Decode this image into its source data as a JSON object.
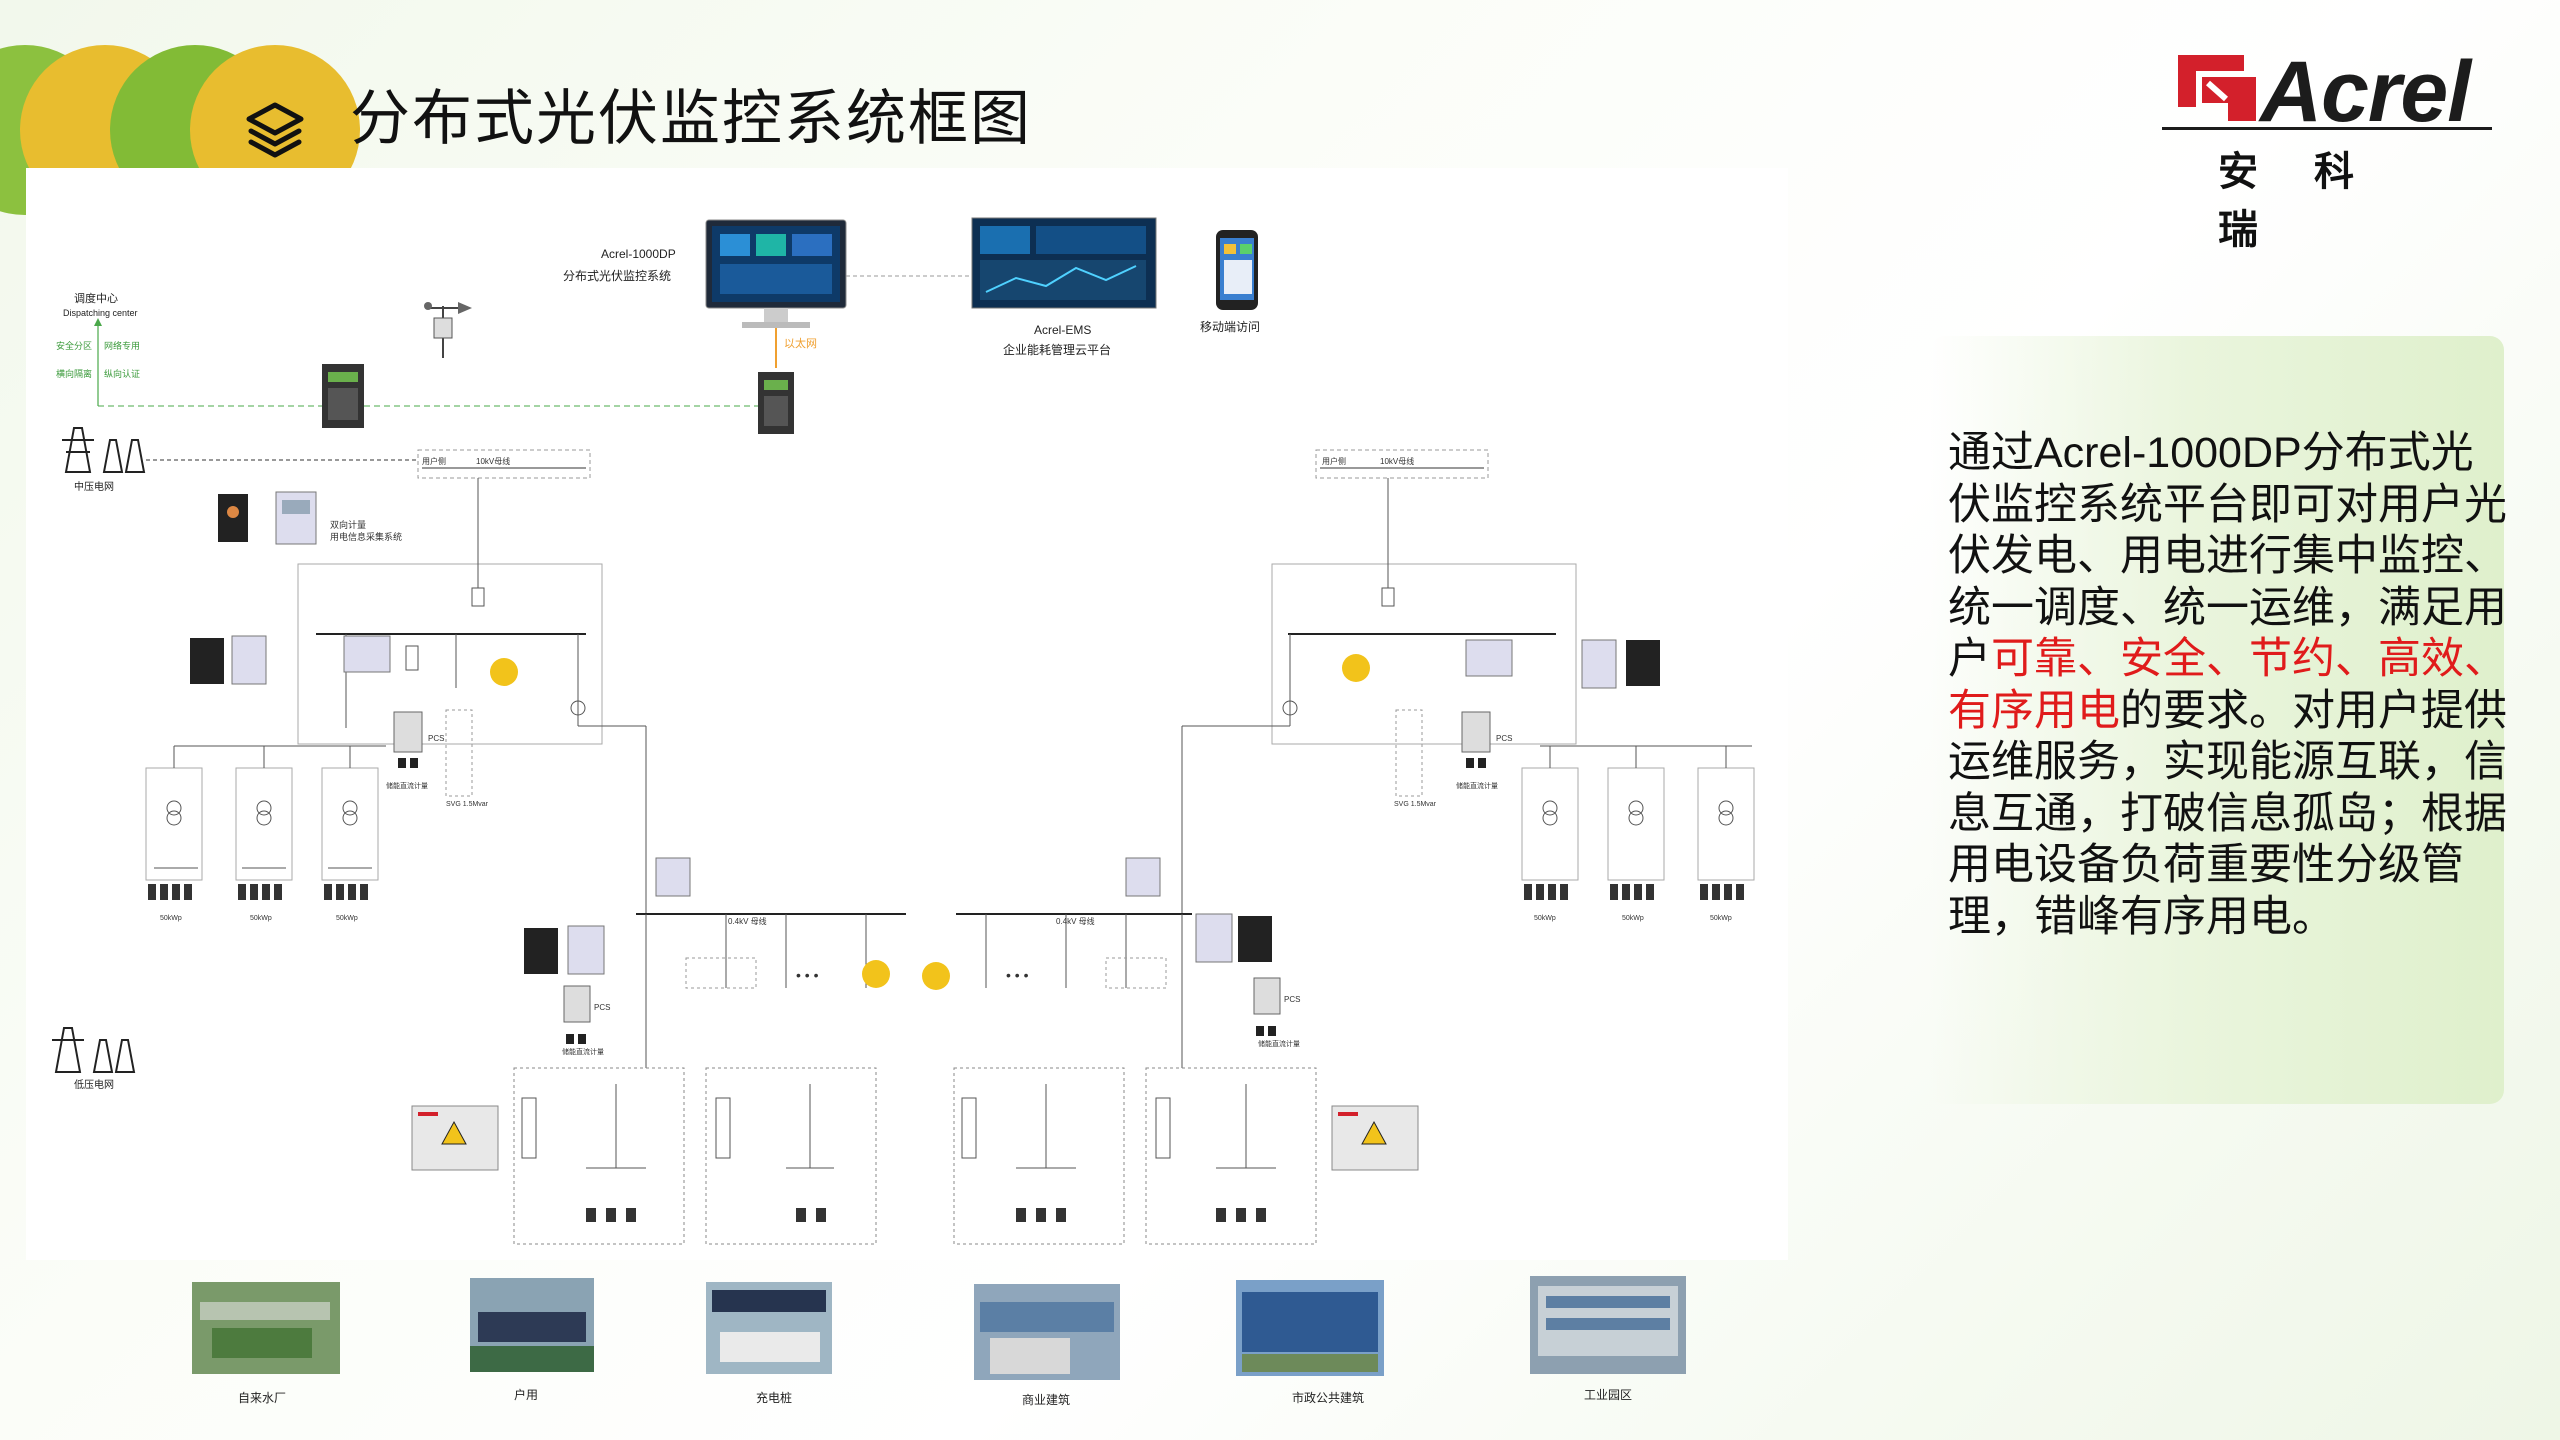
{
  "header": {
    "title": "分布式光伏监控系统框图",
    "icon": "layers-icon",
    "colors": {
      "green": "#8cc13f",
      "yellow": "#e8bd2f",
      "brand_red": "#d3202b"
    }
  },
  "logo": {
    "word": "Acrel",
    "cn": "安科瑞"
  },
  "diagram": {
    "top": {
      "platform_name": "Acrel-1000DP",
      "platform_desc": "分布式光伏监控系统",
      "ems_name": "Acrel-EMS",
      "ems_desc": "企业能耗管理云平台",
      "mobile": "移动端访问",
      "ethernet": "以太网"
    },
    "left_top": {
      "dispatch_cn": "调度中心",
      "dispatch_en": "Dispatching center",
      "label_a": "安全分区",
      "label_b": "网络专用",
      "label_c": "横向隔离",
      "label_d": "纵向认证",
      "mv_grid": "中压电网",
      "metering_line1": "双向计量",
      "metering_line2": "用电信息采集系统",
      "lv_grid": "低压电网"
    },
    "small": {
      "user_side": "用户侧",
      "line_10kv": "10kV母线",
      "pcs": "PCS",
      "storage": "储能直流计量",
      "svg": "SVG 1.5Mvar",
      "bus_04kv": "0.4kV 母线",
      "inverter_kw": "50kWp"
    },
    "photos": [
      "自来水厂",
      "户用",
      "充电桩",
      "商业建筑",
      "市政公共建筑",
      "工业园区"
    ]
  },
  "description": {
    "part1": "通过Acrel-1000DP分布式光伏监控系统平台即可对用户光伏发电、用电进行集中监控、统一调度、统一运维，满足用户",
    "highlight": "可靠、安全、节约、高效、有序用电",
    "part2": "的要求。对用户提供运维服务，实现能源互联，信息互通，打破信息孤岛；根据用电设备负荷重要性分级管理，错峰有序用电。"
  }
}
